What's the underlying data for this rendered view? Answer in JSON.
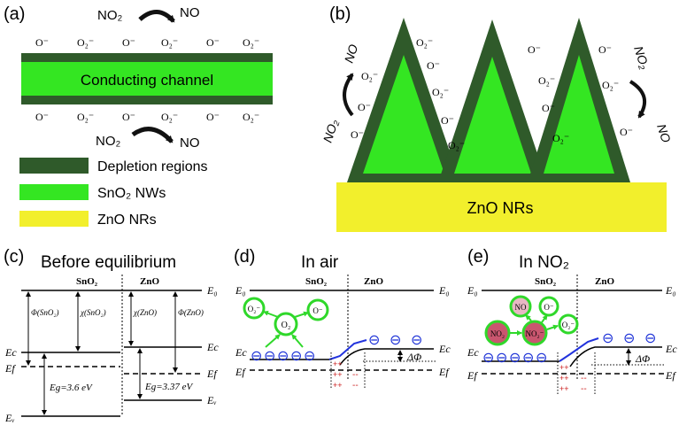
{
  "panels": {
    "a": {
      "tag": "(a)",
      "gas_top_in": "NO₂",
      "gas_top_out": "NO",
      "gas_bottom_in": "NO₂",
      "gas_bottom_out": "NO",
      "ion_o": "O⁻",
      "ion_o2": "O₂⁻",
      "channel_label": "Conducting channel",
      "legend": [
        {
          "label": "Depletion regions",
          "color": "#2f5a2a"
        },
        {
          "label": "SnO₂ NWs",
          "color": "#34e622"
        },
        {
          "label": "ZnO NRs",
          "color": "#f2ef2c"
        }
      ]
    },
    "b": {
      "tag": "(b)",
      "base_label": "ZnO NRs",
      "gas_left_in": "NO₂",
      "gas_left_out": "NO",
      "gas_right_in": "NO₂",
      "gas_right_out": "NO",
      "ion_o": "O⁻",
      "ion_o2": "O₂⁻"
    },
    "c": {
      "tag": "(c)",
      "title": "Before equilibrium",
      "left_material": "SnO₂",
      "right_material": "ZnO",
      "E0": "E₀",
      "Ec": "Ec",
      "Ef": "Ef",
      "Ev": "Eᵥ",
      "phi_sno2": "Φ(SnO₂)",
      "chi_sno2": "χ(SnO₂)",
      "chi_zno": "χ(ZnO)",
      "phi_zno": "Φ(ZnO)",
      "eg_sno2": "Eg=3.6 eV",
      "eg_zno": "Eg=3.37 eV"
    },
    "d": {
      "tag": "(d)",
      "title": "In air",
      "left_material": "SnO₂",
      "right_material": "ZnO",
      "E0": "E₀",
      "Ec": "Ec",
      "Ef": "Ef",
      "adsorbate_o2": "O₂",
      "ion_o2": "O₂⁻",
      "ion_o": "O⁻",
      "delta_phi": "ΔΦ",
      "electron": "⊖",
      "plus": "++",
      "minus": "--"
    },
    "e": {
      "tag": "(e)",
      "title": "In NO₂",
      "left_material": "SnO₂",
      "right_material": "ZnO",
      "E0": "E₀",
      "Ec": "Ec",
      "Ef": "Ef",
      "no": "NO",
      "no2": "NO₂",
      "no2_ion": "NO₂⁻",
      "ion_o": "O⁻",
      "ion_o2": "O₂⁻",
      "delta_phi": "ΔΦ",
      "electron": "⊖",
      "plus": "++",
      "minus": "--"
    }
  },
  "colors": {
    "depletion": "#2f5a2a",
    "sno2": "#34e622",
    "zno": "#f2ef2c",
    "electron": "#1a2fd6",
    "band_blue": "#2233dd",
    "adsorbate_ring": "#2fd82a",
    "no2_fill": "#c9566f",
    "no_fill": "#e8b7c4",
    "plus": "#cc2222"
  }
}
